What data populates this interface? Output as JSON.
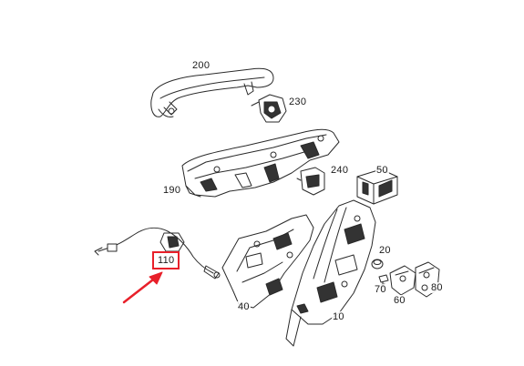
{
  "diagram": {
    "part_labels": {
      "p200": "200",
      "p230": "230",
      "p190": "190",
      "p240": "240",
      "p50": "50",
      "p110": "110",
      "p20": "20",
      "p40": "40",
      "p70": "70",
      "p60": "60",
      "p80": "80",
      "p10": "10"
    },
    "highlighted_part": "110",
    "highlight_color": "#e8202a",
    "line_color": "#2a2a2a"
  }
}
